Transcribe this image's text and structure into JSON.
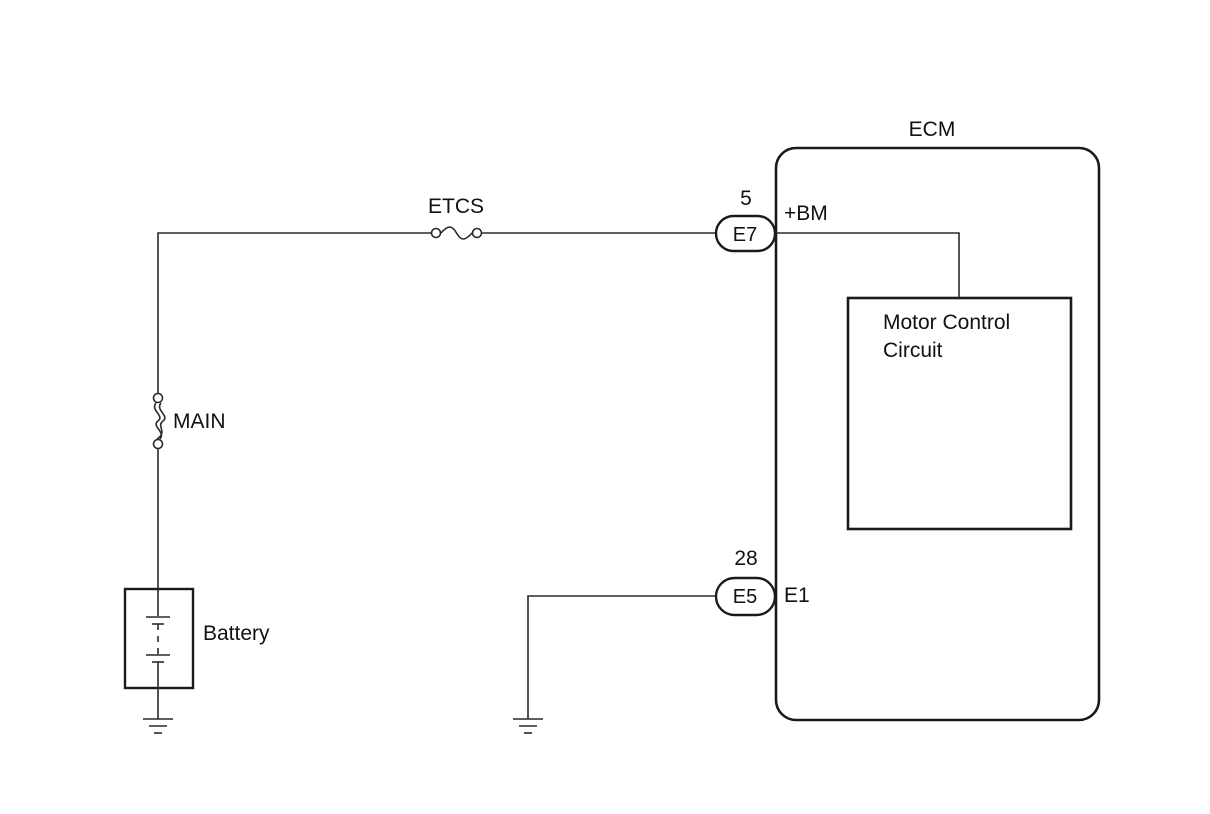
{
  "ecm": {
    "label": "ECM"
  },
  "fuses": {
    "etcs": {
      "label": "ETCS"
    },
    "main": {
      "label": "MAIN"
    }
  },
  "connectors": {
    "e7": {
      "pin": "5",
      "code": "E7",
      "terminal": "+BM"
    },
    "e5": {
      "pin": "28",
      "code": "E5",
      "terminal": "E1"
    }
  },
  "motor_control": {
    "line1": "Motor Control",
    "line2": "Circuit"
  },
  "battery": {
    "label": "Battery"
  }
}
